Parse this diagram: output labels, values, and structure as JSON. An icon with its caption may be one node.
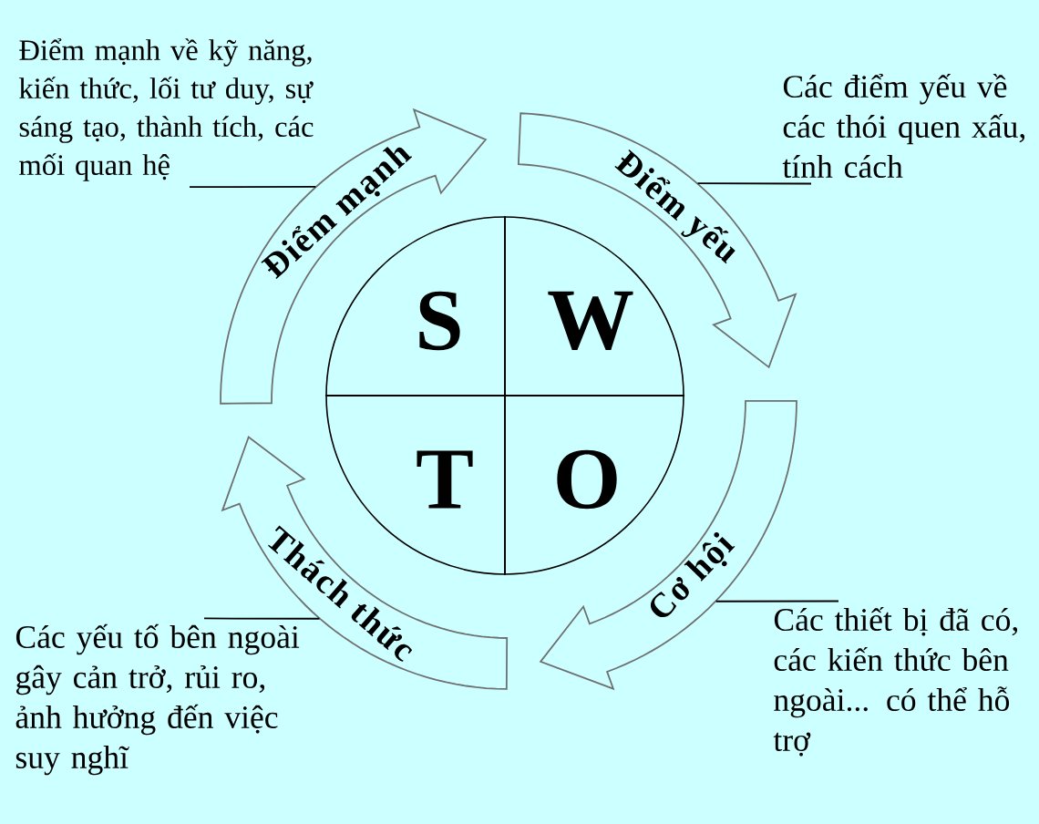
{
  "diagram": {
    "nodes": [
      {
        "text": [
          "Điểm mạnh về kỹ năng, kiến thức, lối tư duy, sự sáng tạo, thành tích, các mối quan hệ"
        ]
      },
      {
        "text": [
          "Các điểm yếu về các thói quen xấu, tính cách"
        ]
      },
      {
        "text": [
          "Điểm mạnh"
        ]
      },
      {
        "text": [
          "Điểm yếu"
        ]
      },
      {
        "text": [],
        "shape": "circle"
      },
      {
        "text": [
          "S"
        ],
        "in": 4
      },
      {
        "text": [
          "W"
        ],
        "in": 4
      },
      {
        "text": [
          "T"
        ],
        "in": 4
      },
      {
        "text": [
          "O"
        ],
        "in": 4
      },
      {
        "text": [
          "Thách thức"
        ]
      },
      {
        "text": [
          "Cơ hội"
        ]
      },
      {
        "text": [
          "Các yếu tố bên ngoài gây cản trở, rủi ro, ảnh hưởng đến việc suy nghĩ"
        ]
      },
      {
        "text": [
          "Các thiết bị đã có, các kiến thức bên ngoài... có thể hỗ trợ"
        ]
      }
    ],
    "edges": [
      {
        "from": 0,
        "to": 2,
        "arrow": "none"
      },
      {
        "from": 1,
        "to": 3,
        "arrow": "none"
      },
      {
        "from": 11,
        "to": 9,
        "arrow": "none"
      },
      {
        "from": 12,
        "to": 10,
        "arrow": "none"
      },
      {
        "from": null,
        "to": 3,
        "arrow": "to"
      },
      {
        "from": null,
        "to": 10,
        "arrow": "to"
      },
      {
        "from": null,
        "to": 9,
        "arrow": "to"
      },
      {
        "from": null,
        "to": 2,
        "arrow": "to"
      }
    ]
  }
}
